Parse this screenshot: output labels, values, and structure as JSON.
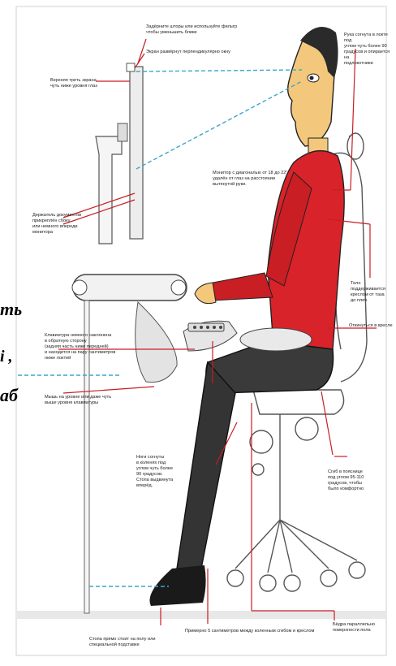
{
  "notes": {
    "blinds": "Задёрните шторы или используйте фильтр\nчтобы уменьшить блики",
    "perpendicular": "Экран развёрнут перпендикулярно окну",
    "top_third": "Верхняя треть экрана\nчуть ниже уровня глаз",
    "doc_holder": "Держатель документов\nприкреплён сбоку\nили немного впереди\nмонитора",
    "keyboard": "Клавиатура немного наклонена\nв обратную сторону\n(задняя часть ниже передней)\nи находится на пару сантиметров\nниже локтей",
    "mouse": "Мышь на уровне или даже чуть\nвыше уровня клавиатуры",
    "arm": "Рука согнута в локте под\nуглом чуть более 90\nградусов и опирается на\nподлокотники",
    "monitor_distance": "Монитор с диагональю от 18 до 22\"\nудалён от глаз на расстоянии\nвытянутой руки.",
    "body_support": "Тело поддерживается\nкреслом от таза\nдо плеч",
    "recline": "Откинуться в кресле",
    "legs": "Ноги согнуты\nв коленях под\nуглом чуть более\n90 градусов.\nСтопа выдвинута\nвперёд.",
    "hip_bend": "Сгиб в пояснице\nпод углом 95-110\nградусов, чтобы\nбыло комфортно",
    "hips_parallel": "Бёдра параллельно\nповерхности пола",
    "feet_floor": "Стопа прямо стоит на полу или\nспециальной подставке",
    "knee_gap": "Примерно 5 сантиметров между коленным сгибом и креслом"
  },
  "side_fragments": {
    "line1": "ть",
    "line2": "і ,",
    "line3": "аб"
  }
}
